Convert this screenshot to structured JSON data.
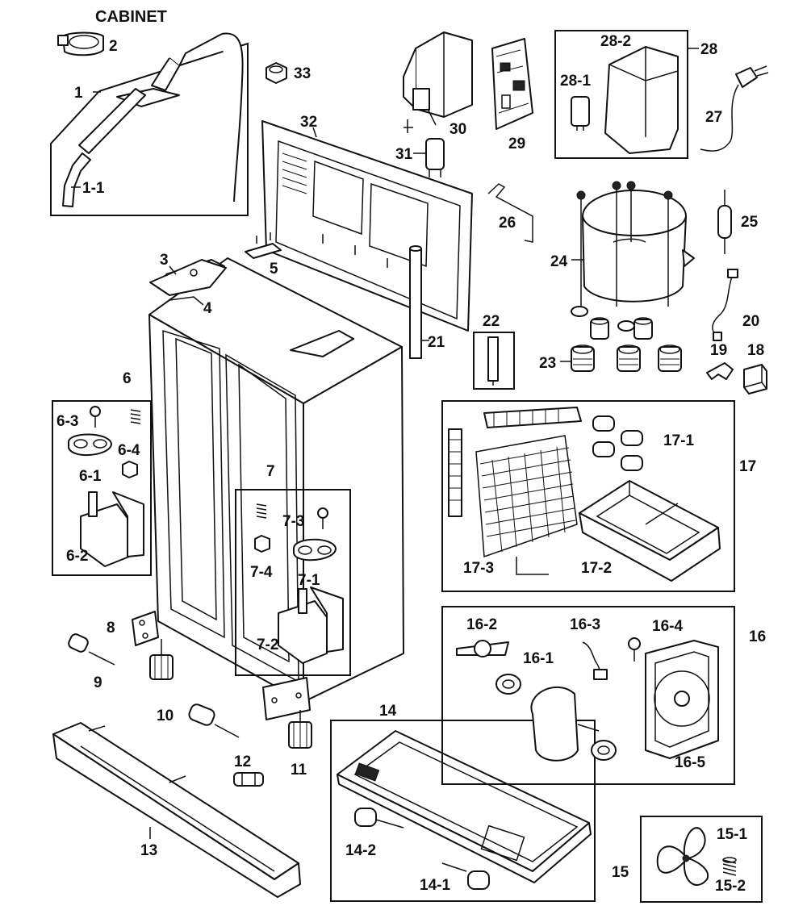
{
  "title": "CABINET",
  "labels": {
    "p1": "1",
    "p1_1": "1-1",
    "p2": "2",
    "p3": "3",
    "p4": "4",
    "p5": "5",
    "p6": "6",
    "p6_1": "6-1",
    "p6_2": "6-2",
    "p6_3": "6-3",
    "p6_4": "6-4",
    "p7": "7",
    "p7_1": "7-1",
    "p7_2": "7-2",
    "p7_3": "7-3",
    "p7_4": "7-4",
    "p8": "8",
    "p9": "9",
    "p10": "10",
    "p11": "11",
    "p12": "12",
    "p13": "13",
    "p14": "14",
    "p14_1": "14-1",
    "p14_2": "14-2",
    "p15": "15",
    "p15_1": "15-1",
    "p15_2": "15-2",
    "p16": "16",
    "p16_1": "16-1",
    "p16_2": "16-2",
    "p16_3": "16-3",
    "p16_4": "16-4",
    "p16_5": "16-5",
    "p17": "17",
    "p17_1": "17-1",
    "p17_2": "17-2",
    "p17_3": "17-3",
    "p18": "18",
    "p19": "19",
    "p20": "20",
    "p21": "21",
    "p22": "22",
    "p23": "23",
    "p24": "24",
    "p25": "25",
    "p26": "26",
    "p27": "27",
    "p28": "28",
    "p28_1": "28-1",
    "p28_2": "28-2",
    "p29": "29",
    "p30": "30",
    "p31": "31",
    "p32": "32",
    "p33": "33"
  }
}
